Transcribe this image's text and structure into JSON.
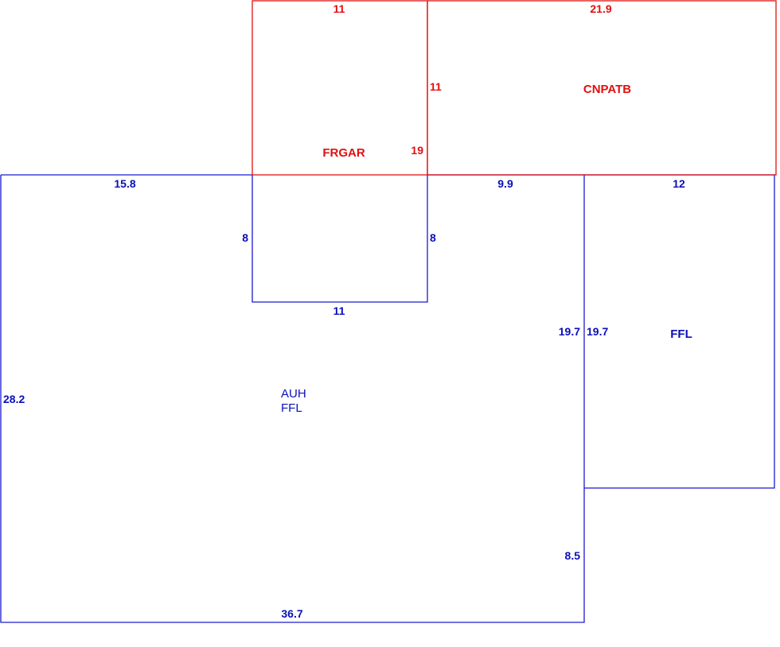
{
  "colors": {
    "upper_floor": "#e01010",
    "lower_floor": "#1a1ad0"
  },
  "rooms": {
    "frgar": {
      "label": "FRGAR",
      "dims": {
        "top": "11",
        "right": "19"
      }
    },
    "cnpatb": {
      "label": "CNPATB",
      "dims": {
        "top": "21.9",
        "left": "11"
      }
    },
    "auh_ffl": {
      "label_line1": "AUH",
      "label_line2": "FFL",
      "dims": {
        "top_left": "15.8",
        "notch_left": "8",
        "notch_right": "8",
        "notch_bottom": "11",
        "top_right": "9.9",
        "right_upper": "19.7",
        "right_lower": "8.5",
        "left": "28.2",
        "bottom": "36.7"
      }
    },
    "ffl": {
      "label": "FFL",
      "dims": {
        "top": "12",
        "left": "19.7"
      }
    }
  }
}
